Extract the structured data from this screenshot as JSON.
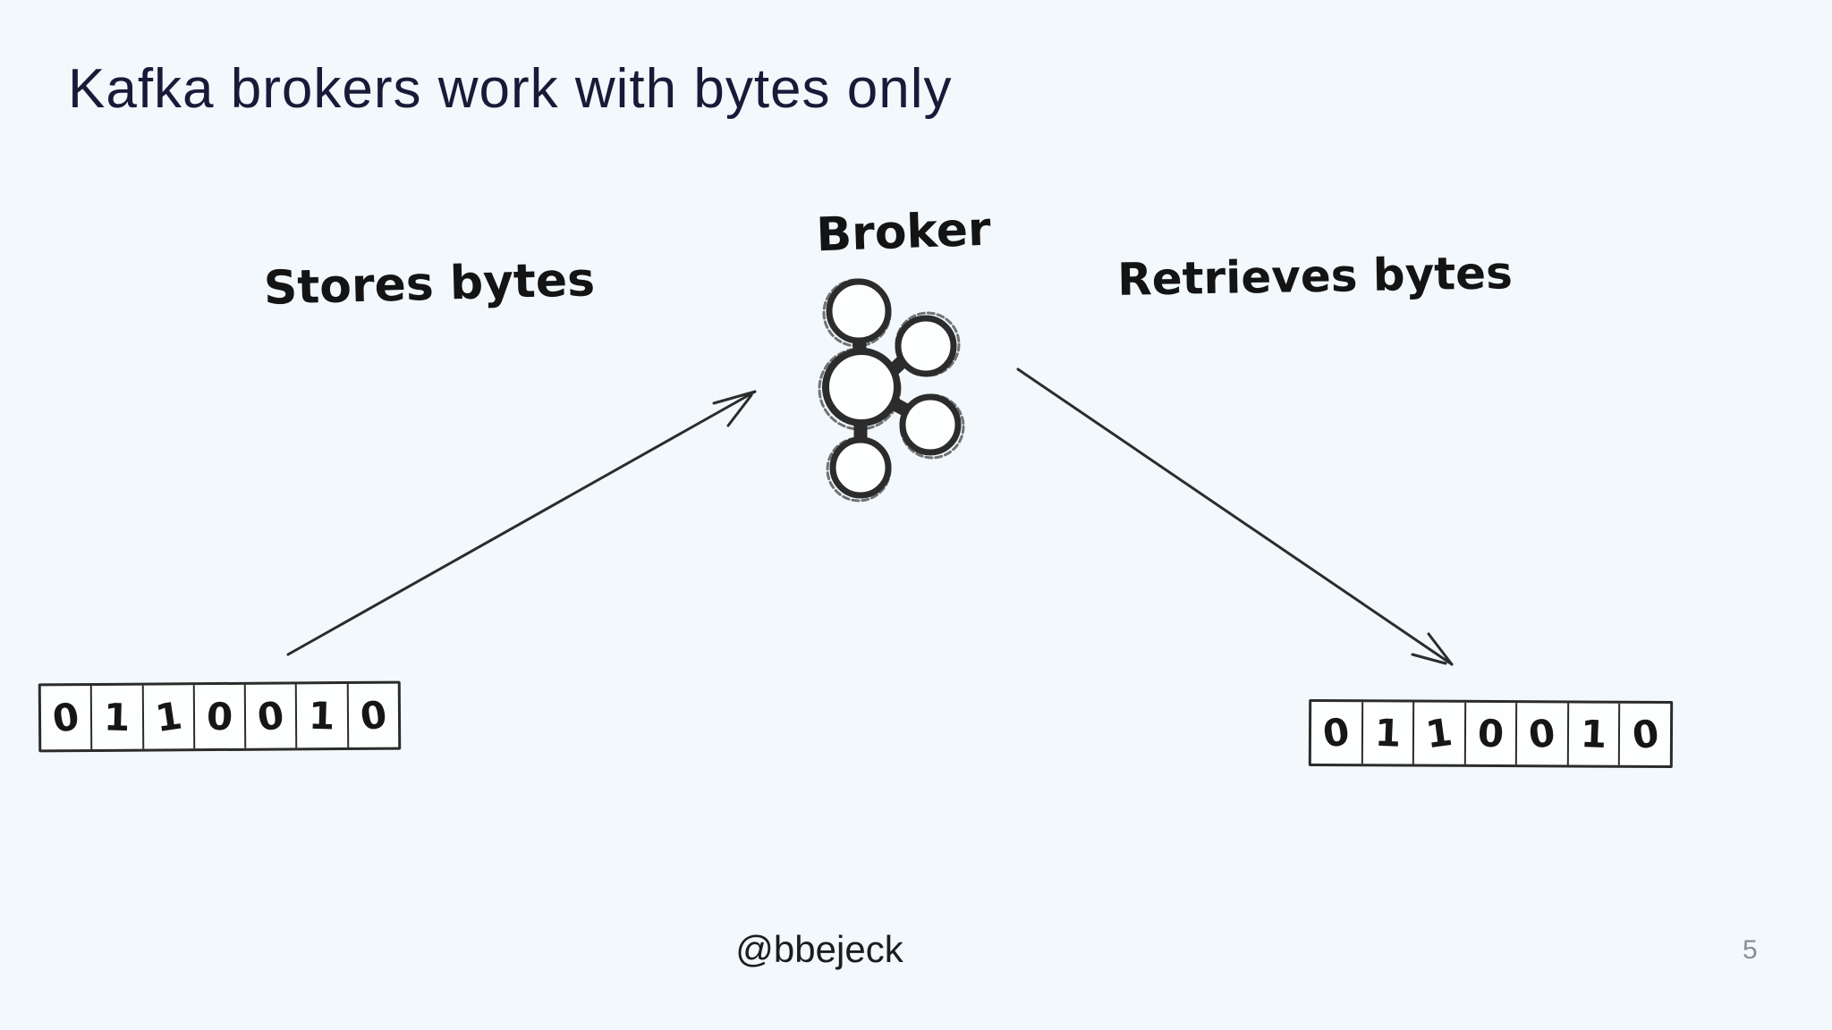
{
  "slide": {
    "title": "Kafka brokers work with bytes only",
    "footer_handle": "@bbejeck",
    "page_number": "5"
  },
  "diagram": {
    "store_label": "Stores bytes",
    "broker_label": "Broker",
    "retrieve_label": "Retrieves bytes",
    "left_bytes": [
      "0",
      "1",
      "1",
      "0",
      "0",
      "1",
      "0"
    ],
    "right_bytes": [
      "0",
      "1",
      "1",
      "0",
      "0",
      "1",
      "0"
    ],
    "broker_icon": "broker-cluster-icon",
    "store_arrow": "arrow-bytes-to-broker",
    "retrieve_arrow": "arrow-broker-to-bytes"
  },
  "colors": {
    "background": "#f2f8fc",
    "title": "#1a1a38",
    "ink": "#2c2c2c",
    "cell_fill": "#fdfefe",
    "page_number": "#878e98"
  }
}
